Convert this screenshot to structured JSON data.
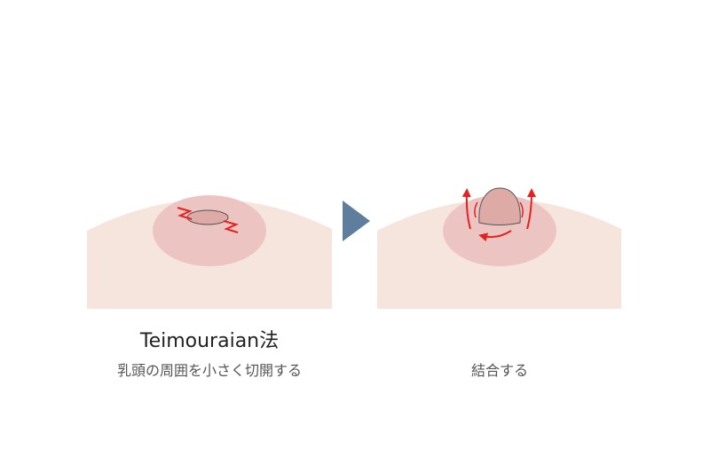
{
  "colors": {
    "skin": "#f6e5dc",
    "areola": "#ecc5c2",
    "nipple": "#ddaaa6",
    "incision": "#e52121",
    "step_arrow": "#5f7d9c"
  },
  "left_panel": {
    "title": "Teimouraian法",
    "caption": "乳頭の周囲を小さく切開する"
  },
  "right_panel": {
    "caption": "結合する"
  }
}
